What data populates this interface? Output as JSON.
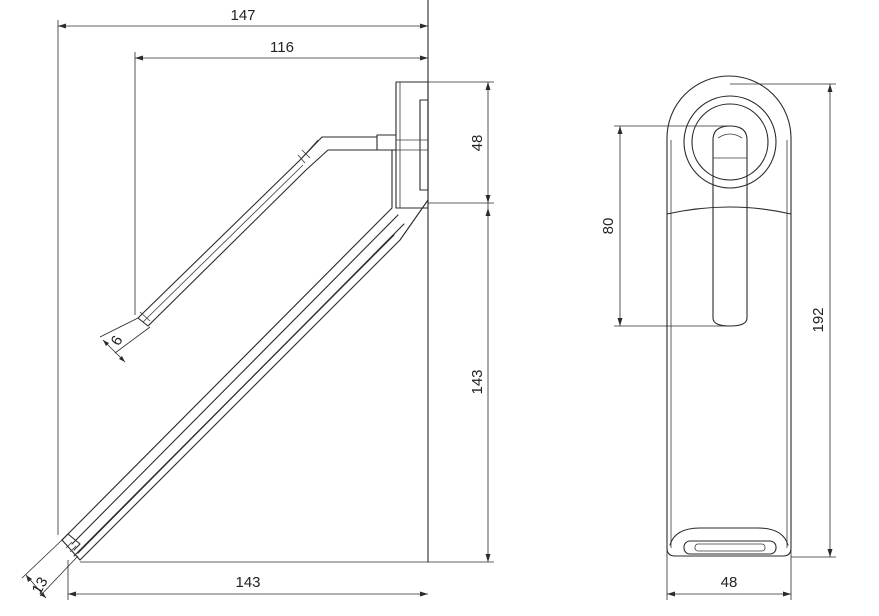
{
  "dimensions": {
    "overall_projection": "147",
    "upper_arm_projection": "116",
    "base_height": "48",
    "lower_arm_rise": "143",
    "lower_arm_projection": "143",
    "upper_arm_diameter": "6",
    "lower_arm_diameter": "13",
    "front_arm_height": "80",
    "front_total_height": "192",
    "front_width": "48"
  }
}
